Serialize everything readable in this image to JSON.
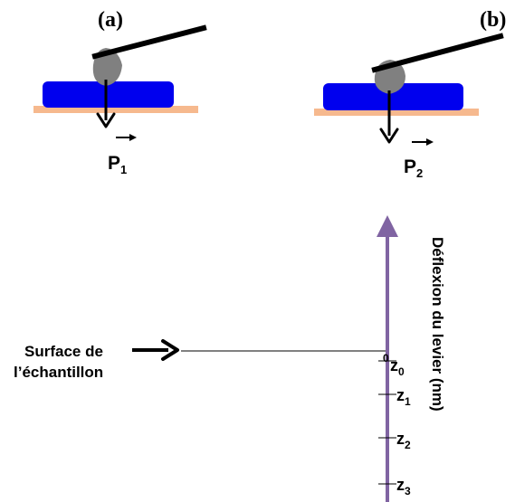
{
  "panels": {
    "a": {
      "label": "(a)",
      "force_main": "P",
      "force_sub": "1"
    },
    "b": {
      "label": "(b)",
      "force_main": "P",
      "force_sub": "2"
    }
  },
  "surface_label": {
    "line1": "Surface de",
    "line2": "l’échantillon"
  },
  "axis": {
    "title": "Déflexion du levier (nm)",
    "zero_label": "0",
    "ticks": [
      {
        "main": "z",
        "sub": "0"
      },
      {
        "main": "z",
        "sub": "1"
      },
      {
        "main": "z",
        "sub": "2"
      },
      {
        "main": "z",
        "sub": "3"
      }
    ]
  },
  "colors": {
    "sample_blue": "#0000ee",
    "substrate_peach": "#f6b98e",
    "tip_gray": "#808080",
    "axis_purple": "#8064a2",
    "ink": "#000000"
  }
}
